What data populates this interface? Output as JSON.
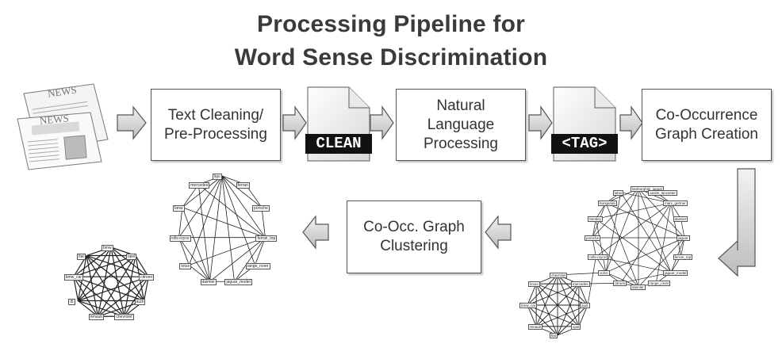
{
  "title": {
    "line1": "Processing Pipeline for",
    "line2": "Word Sense Discrimination"
  },
  "news_icon": {
    "masthead": "NEWS"
  },
  "boxes": {
    "text_cleaning": "Text Cleaning/\nPre-Processing",
    "nlp": "Natural\nLanguage\nProcessing",
    "graph_creation": "Co-Occurrence\nGraph Creation",
    "clustering": "Co-Occ. Graph\nClustering"
  },
  "file_icons": {
    "clean": "CLEAN",
    "tag": "<TAG>"
  },
  "graphs": {
    "porsche_cluster": [
      "ligo",
      "ferrari",
      "porsche",
      "ferrari_top",
      "range_rover",
      "jaguar_model",
      "daimler",
      "lotus",
      "rolls-royce",
      "bmw",
      "mercedes"
    ],
    "audi_cluster": [
      "bmw",
      "opel",
      "citroen",
      "audi",
      "chevrolet",
      "renault",
      "dt",
      "bmw_car",
      "fiat"
    ],
    "full_graph": [
      "lamborghini_jaguar",
      "austin_lancaster",
      "marc_gertner",
      "daimler",
      "jaguar",
      "ferrari_top",
      "jaguar_model",
      "range_rover",
      "daimler",
      "citroen",
      "volvo",
      "rolls-royce",
      "porsche",
      "bentley",
      "hungarian",
      "lotus",
      "chevrolet",
      "mercedes",
      "audi",
      "opel",
      "fiat",
      "renault",
      "bmw_car",
      "lexus"
    ]
  }
}
